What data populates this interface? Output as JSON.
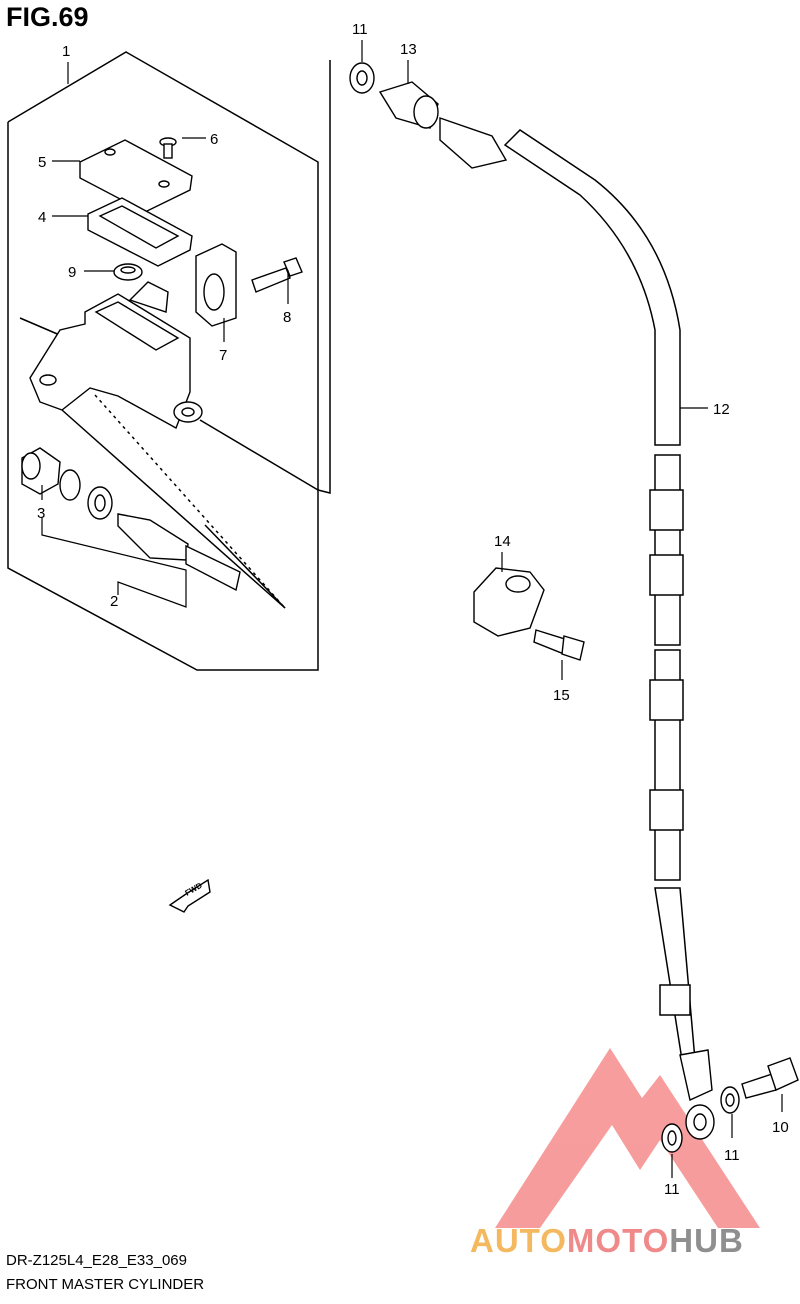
{
  "figure": {
    "title": "FIG.69",
    "model_code": "DR-Z125L4_E28_E33_069",
    "name": "FRONT MASTER CYLINDER"
  },
  "callouts": [
    "1",
    "2",
    "3",
    "4",
    "5",
    "6",
    "7",
    "8",
    "9",
    "10",
    "11",
    "11",
    "11",
    "12",
    "13",
    "14",
    "15"
  ],
  "direction_marker": "FWD",
  "watermark": {
    "part_a": "AUTO",
    "part_b": "MOTO",
    "part_c": "HUB",
    "colors": {
      "auto": "#f4b860",
      "moto": "#f08a8a",
      "hub": "#8f8f8f",
      "logo": "#f07070"
    }
  }
}
